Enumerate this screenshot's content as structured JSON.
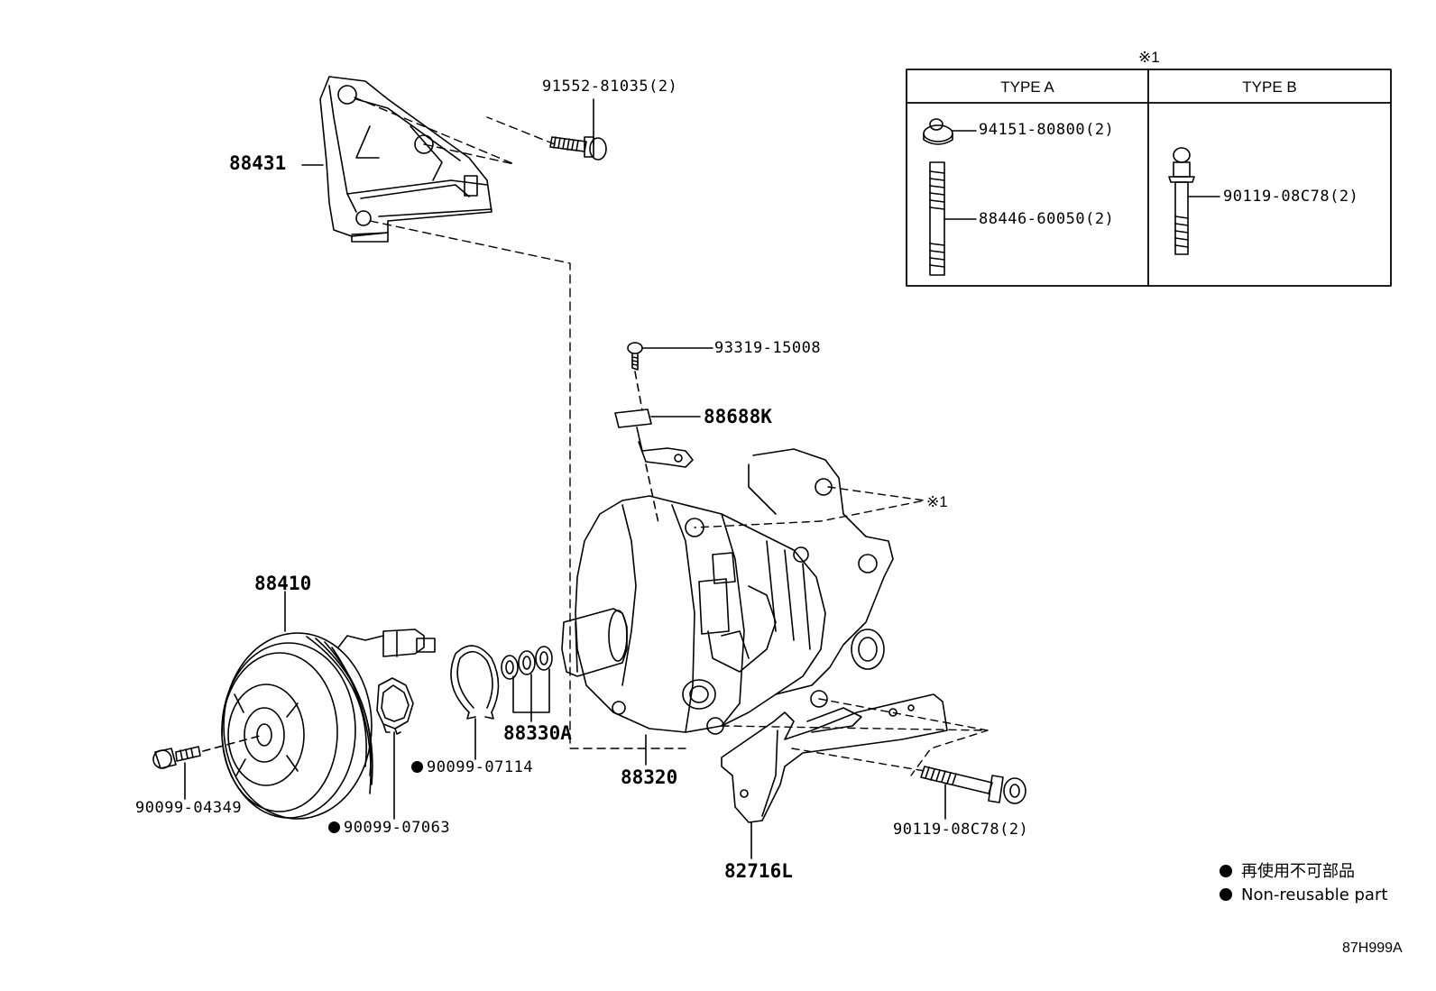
{
  "parts": {
    "bracket": "88431",
    "bracket_bolt": "91552-81035(2)",
    "screw": "93319-15008",
    "clamp": "88688K",
    "magnetic_clutch": "88410",
    "clutch_bolt": "90099-04349",
    "clutch_washer": "90099-07063",
    "snap_ring": "90099-07114",
    "shims": "88330A",
    "compressor": "88320",
    "compressor_bracket": "82716L",
    "compressor_bolt": "90119-08C78(2)"
  },
  "reference_note": "※1",
  "type_table": {
    "note": "※1",
    "type_a": {
      "heading": "TYPE A",
      "nut": "94151-80800(2)",
      "stud": "88446-60050(2)"
    },
    "type_b": {
      "heading": "TYPE B",
      "bolt": "90119-08C78(2)"
    }
  },
  "legend": {
    "jp": "再使用不可部品",
    "en": "Non-reusable part"
  },
  "figure_id": "87H999A"
}
